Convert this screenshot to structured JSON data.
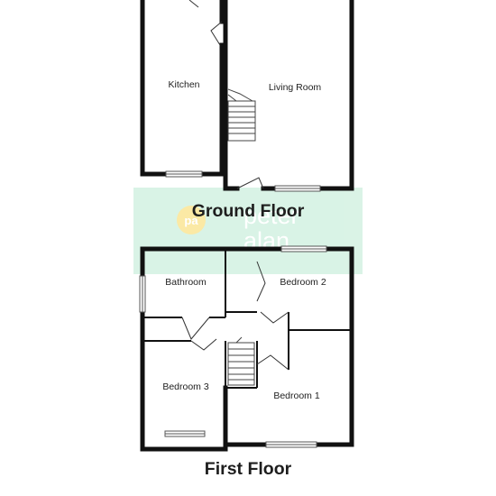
{
  "colors": {
    "wall": "#111111",
    "watermark_panel": "#d3f1e2",
    "watermark_logo": "#fbe696",
    "window": "#ffffff",
    "line": "#555555"
  },
  "watermark": {
    "logo": "pa",
    "line1": "peter",
    "line2": "alan"
  },
  "ground_floor": {
    "title": "Ground Floor",
    "rooms": [
      {
        "label": "Kitchen"
      },
      {
        "label": "Living Room"
      }
    ]
  },
  "first_floor": {
    "title": "First Floor",
    "rooms": [
      {
        "label": "Bathroom"
      },
      {
        "label": "Bedroom 2"
      },
      {
        "label": "Bedroom 3"
      },
      {
        "label": "Bedroom 1"
      }
    ]
  }
}
